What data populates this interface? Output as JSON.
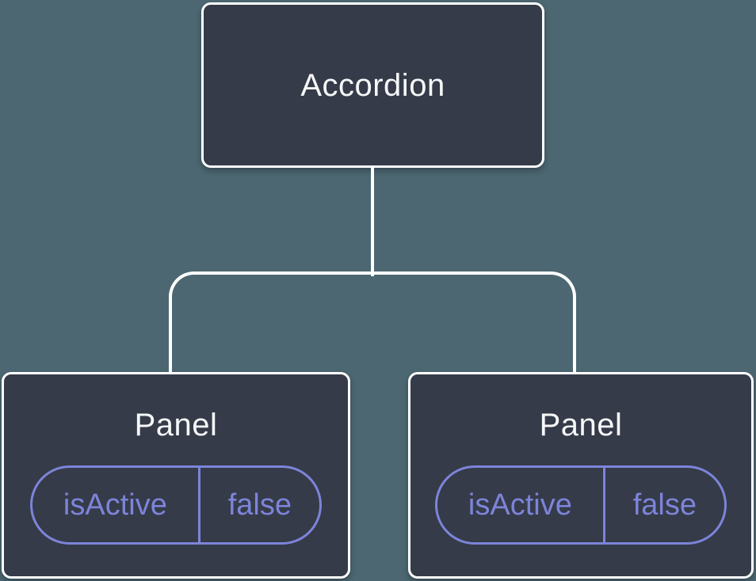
{
  "diagram": {
    "type": "component-tree",
    "colors": {
      "background": "#4C6771",
      "node_fill": "#353B48",
      "node_border": "#FFFFFF",
      "connector": "#FFFFFF",
      "state_accent": "#7D84DA",
      "title_text": "#F6F7F9"
    },
    "root": {
      "label": "Accordion"
    },
    "panels": [
      {
        "title": "Panel",
        "state": {
          "key": "isActive",
          "value": "false"
        }
      },
      {
        "title": "Panel",
        "state": {
          "key": "isActive",
          "value": "false"
        }
      }
    ]
  }
}
